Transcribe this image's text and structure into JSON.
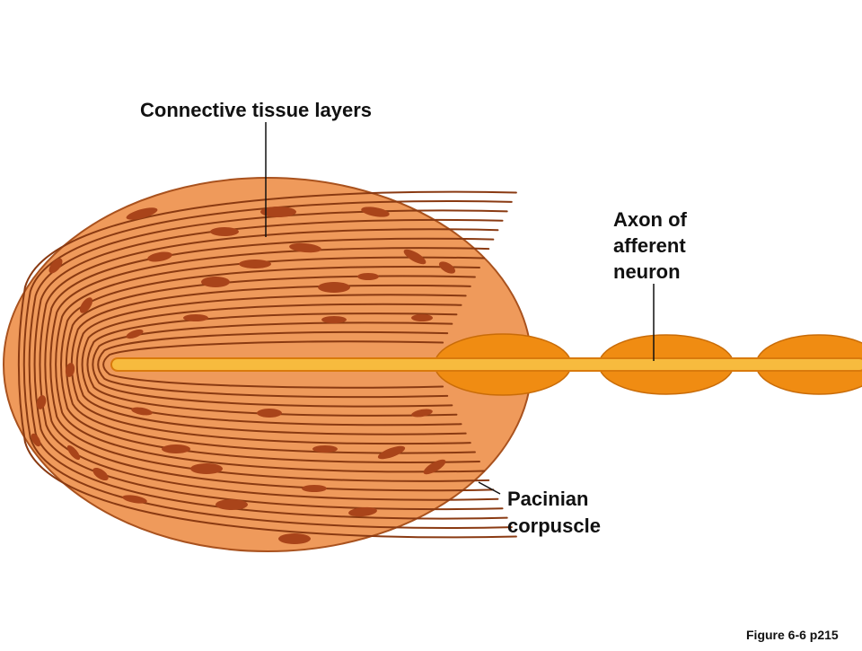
{
  "labels": {
    "connective": "Connective tissue layers",
    "axon": [
      "Axon of",
      "afferent",
      "neuron"
    ],
    "pacinian": [
      "Pacinian",
      "corpuscle"
    ],
    "figure_ref": "Figure 6-6 p215"
  },
  "colors": {
    "capsule_fill": "#ef9a5b",
    "capsule_edge": "#a9521e",
    "layer_line": "#8a3a12",
    "nucleus": "#a9441a",
    "myelin_fill": "#f08c12",
    "myelin_edge": "#c96c08",
    "axon_fill": "#f7bb3e",
    "axon_edge": "#d97a0c",
    "leader_line": "#111111"
  }
}
